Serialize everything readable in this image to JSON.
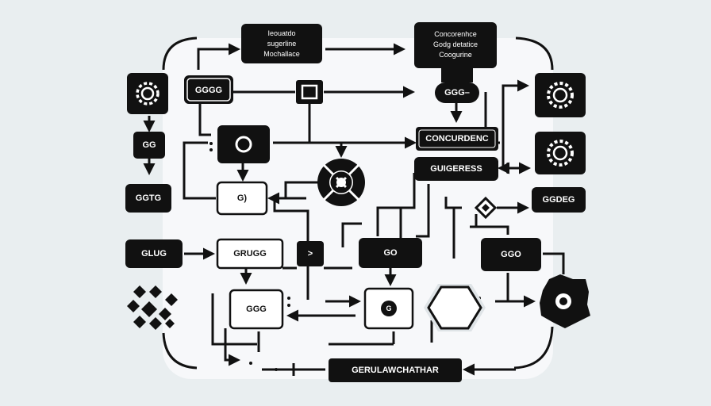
{
  "colors": {
    "background": "#e9eef0",
    "panel": "#f7f8fa",
    "node_dark": "#111111",
    "node_light": "#ffffff",
    "line": "#111111",
    "hex_fill": "#dfe4e7"
  },
  "nodes": {
    "top_note": {
      "line1": "Ieouatdo",
      "line2": "sugerline",
      "line3": "Mochallace"
    },
    "top_right_note": {
      "line1": "Concorenhce",
      "line2": "Godg detatice",
      "line3": "Coogurine"
    },
    "gggg": "GGGG",
    "ggg_dash": "GGG–",
    "gg": "GG",
    "concurdenc": "CONCURDENC",
    "guigeress": "GUIGERESS",
    "gg_paren": "G)",
    "ggtg": "GGTG",
    "ggdeg": "GGDEG",
    "glug": "GLUG",
    "grugg": "GRUGG",
    "play_symbol": ">",
    "go": "GO",
    "ggo": "GGO",
    "ggg": "GGG",
    "g_circle": "G",
    "bottom_bar": "GERULAWCHATHAR"
  },
  "icons": [
    "gear-icon",
    "gear-icon",
    "gear-icon",
    "gear-icon",
    "target-icon",
    "circle-icon",
    "square-icon",
    "diamond-icon",
    "hexagon-icon",
    "dot-grid-icon"
  ]
}
